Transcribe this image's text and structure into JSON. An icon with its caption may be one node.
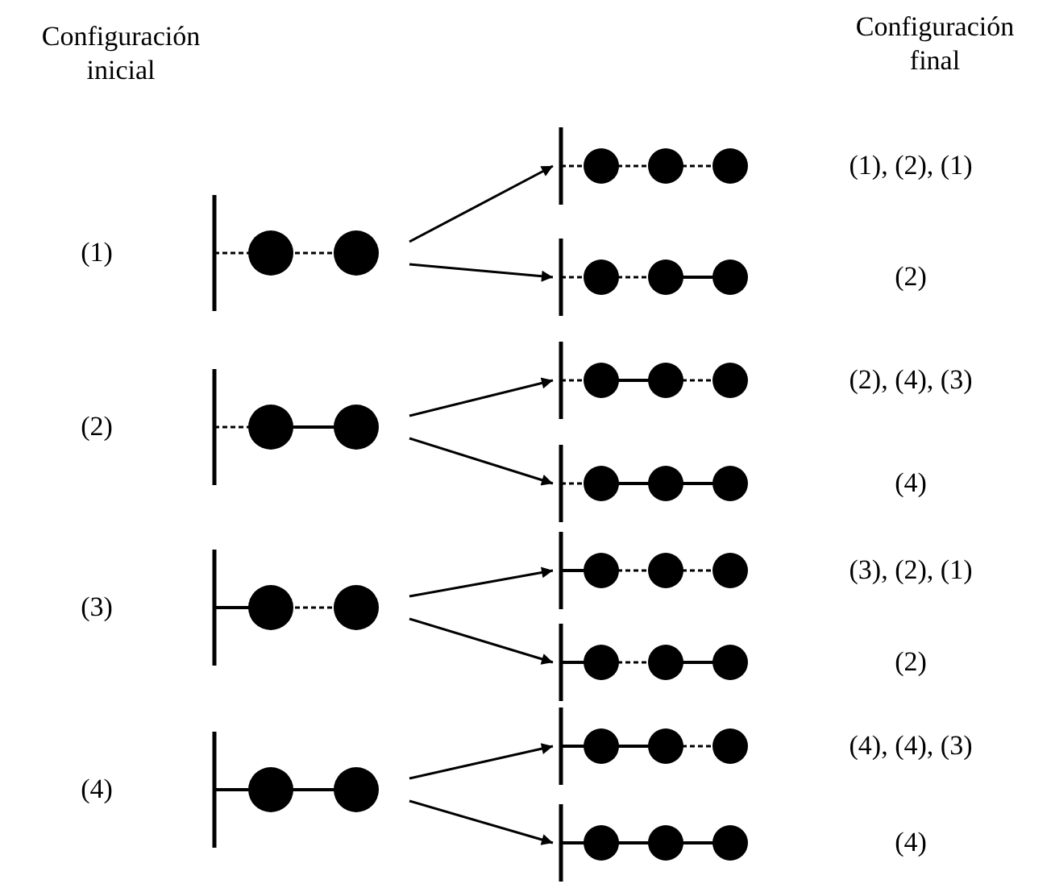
{
  "diagram": {
    "nodes": [
      {
        "text": [],
        "shape": "picture",
        "beside": [
          "(1)"
        ]
      },
      {
        "text": [],
        "shape": "picture",
        "beside": [
          "(2)"
        ]
      },
      {
        "text": [],
        "shape": "picture",
        "beside": [
          "(3)"
        ]
      },
      {
        "text": [],
        "shape": "picture",
        "beside": [
          "(4)"
        ]
      },
      {
        "text": [],
        "shape": "picture"
      },
      {
        "text": [],
        "shape": "picture"
      },
      {
        "text": [],
        "shape": "picture"
      },
      {
        "text": [],
        "shape": "picture"
      },
      {
        "text": [],
        "shape": "picture"
      },
      {
        "text": [],
        "shape": "picture"
      },
      {
        "text": [],
        "shape": "picture"
      },
      {
        "text": [],
        "shape": "picture"
      }
    ],
    "edges": [
      {
        "from": 0,
        "to": 4,
        "arrow": "to"
      },
      {
        "from": 0,
        "to": 5,
        "arrow": "to"
      },
      {
        "from": 1,
        "to": 6,
        "arrow": "to"
      },
      {
        "from": 1,
        "to": 7,
        "arrow": "to"
      },
      {
        "from": 2,
        "to": 8,
        "arrow": "to"
      },
      {
        "from": 2,
        "to": 9,
        "arrow": "to"
      },
      {
        "from": 3,
        "to": 10,
        "arrow": "to"
      },
      {
        "from": 3,
        "to": 11,
        "arrow": "to"
      }
    ],
    "labels": [
      "Configuración inicial",
      "Configuración final",
      "(1), (2), (1)",
      "(2)",
      "(2), (4), (3)",
      "(4)",
      "(3), (2), (1)",
      "(2)",
      "(4), (4), (3)",
      "(4)"
    ]
  }
}
